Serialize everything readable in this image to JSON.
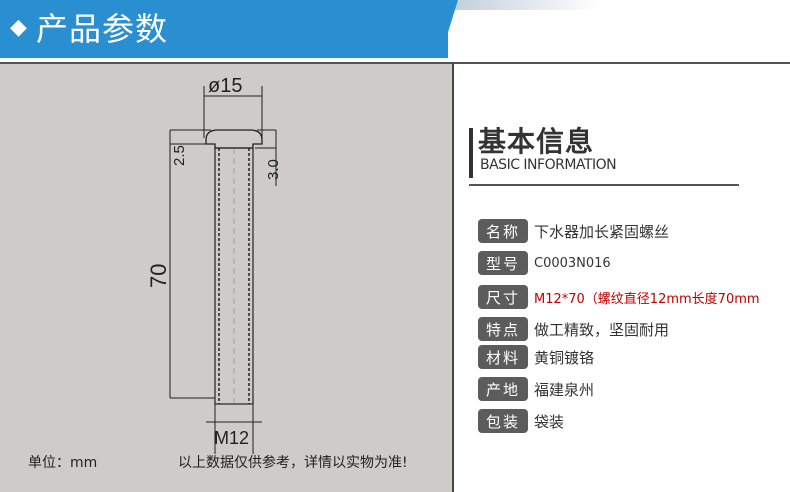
{
  "header": {
    "bullet": "◆",
    "title": "产品参数"
  },
  "drawing": {
    "dim_top": "ø15",
    "dim_left_small": "2.5",
    "dim_right_small": "3.0",
    "dim_length": "70",
    "dim_bottom": "M12"
  },
  "footer": {
    "unit": "单位：mm",
    "note": "以上数据仅供参考，详情以实物为准!"
  },
  "info": {
    "title": "基本信息",
    "subtitle": "BASIC INFORMATION",
    "rows": [
      {
        "label": "名称",
        "value": "下水器加长紧固螺丝"
      },
      {
        "label": "型号",
        "value": "C0003N016"
      },
      {
        "label": "尺寸",
        "value": "M12*70（螺纹直径12mm长度70mm"
      },
      {
        "label": "特点",
        "value": "做工精致，坚固耐用"
      },
      {
        "label": "材料",
        "value": "黄铜镀铬"
      },
      {
        "label": "产地",
        "value": "福建泉州"
      },
      {
        "label": "包装",
        "value": "袋装"
      }
    ]
  },
  "colors": {
    "header_blue": "#2a8fd0",
    "drawing_bg": "#cfcbc8",
    "tag_gray": "#5c5c5c",
    "size_red": "#c00000"
  }
}
